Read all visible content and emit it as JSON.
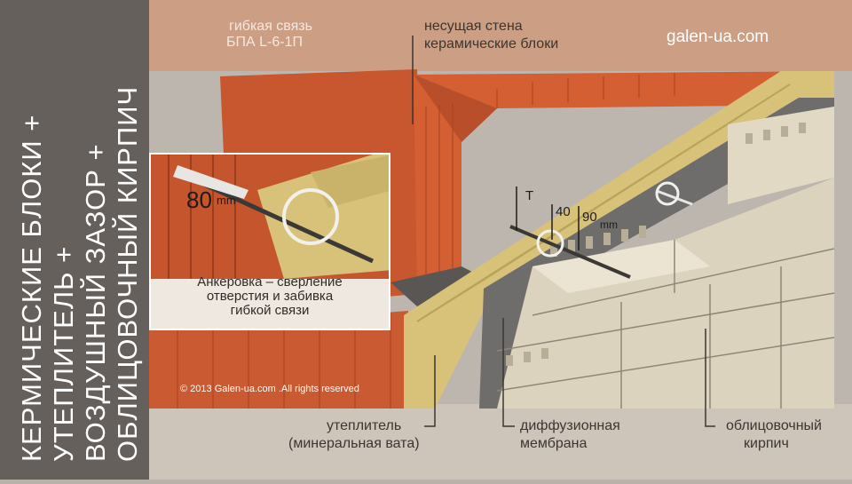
{
  "sidebar": {
    "line1": "КЕРМИЧЕСКИЕ БЛОКИ +",
    "line2": "УТЕПЛИТЕЛЬ +",
    "line3": "ВОЗДУШНЫЙ ЗАЗОР +",
    "line4": "ОБЛИЦОВОЧНЫЙ КИРПИЧ"
  },
  "labels": {
    "tie_line1": "гибкая связь",
    "tie_line2": "БПА L-6-1П",
    "wall_line1": "несущая стена",
    "wall_line2": "керамические блоки",
    "insulation_line1": "утеплитель",
    "insulation_line2": "(минеральная вата)",
    "membrane_line1": "диффузионная",
    "membrane_line2": "мембрана",
    "brick_line1": "облицовочный",
    "brick_line2": "кирпич"
  },
  "website": "galen-ua.com",
  "inset": {
    "depth_value": "80",
    "depth_unit": "mm",
    "caption_line1": "Анкеровка – сверление",
    "caption_line2": "отверстия и забивка",
    "caption_line3": "гибкой связи"
  },
  "dimensions": {
    "t": "T",
    "d40": "40",
    "d90": "90",
    "unit": "mm"
  },
  "copyright": "© 2013 Galen-ua.com .All rights reserved",
  "colors": {
    "brick_red": "#c8562e",
    "insulation": "#d8c27a",
    "membrane": "#6f6d6b",
    "facing_brick": "#dcd3bf",
    "sidebar": "#5e5955"
  }
}
